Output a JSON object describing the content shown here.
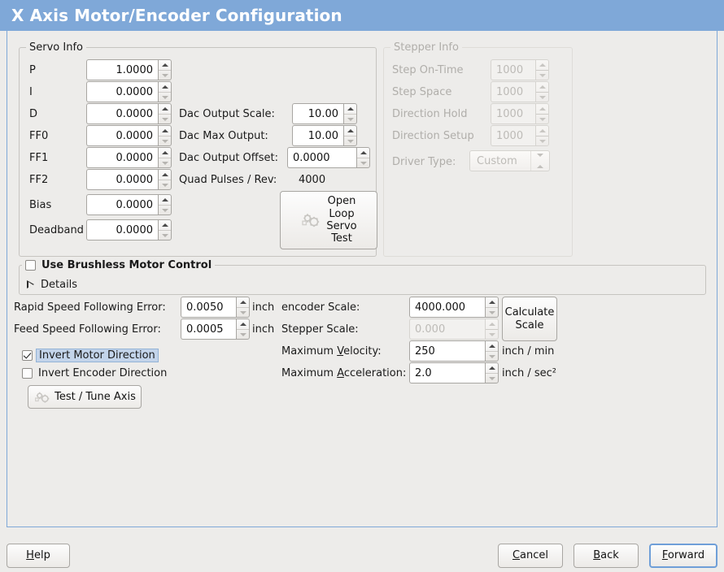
{
  "titlebar": {
    "title": "X Axis Motor/Encoder Configuration"
  },
  "servo": {
    "legend": "Servo Info",
    "rows": [
      {
        "label": "P",
        "value": "1.0000"
      },
      {
        "label": "I",
        "value": "0.0000"
      },
      {
        "label": "D",
        "value": "0.0000"
      },
      {
        "label": "FF0",
        "value": "0.0000"
      },
      {
        "label": "FF1",
        "value": "0.0000"
      },
      {
        "label": "FF2",
        "value": "0.0000"
      },
      {
        "label": "Bias",
        "value": "0.0000"
      },
      {
        "label": "Deadband",
        "value": "0.0000"
      }
    ],
    "dac": [
      {
        "label": "Dac Output Scale:",
        "value": "10.00"
      },
      {
        "label": "Dac Max Output:",
        "value": "10.00"
      },
      {
        "label": "Dac Output Offset:",
        "value": "0.0000"
      }
    ],
    "quad_label": "Quad Pulses / Rev:",
    "quad_value": "4000",
    "open_loop_button": "Open\nLoop\nServo\nTest",
    "open_loop_lines": [
      "Open",
      "Loop",
      "Servo",
      "Test"
    ]
  },
  "stepper": {
    "legend": "Stepper Info",
    "rows": [
      {
        "label": "Step On-Time",
        "value": "1000"
      },
      {
        "label": "Step Space",
        "value": "1000"
      },
      {
        "label": "Direction Hold",
        "value": "1000"
      },
      {
        "label": "Direction Setup",
        "value": "1000"
      }
    ],
    "driver_label": "Driver Type:",
    "driver_value": "Custom"
  },
  "brushless": {
    "checkbox_label": "Use Brushless Motor Control",
    "checked": false,
    "details_label": "Details",
    "expanded": false
  },
  "tuning": {
    "rapid_label": "Rapid Speed Following Error:",
    "rapid_value": "0.0050",
    "rapid_unit": "inch",
    "feed_label": "Feed Speed Following Error:",
    "feed_value": "0.0005",
    "feed_unit": "inch",
    "invert_motor_label": "Invert Motor Direction",
    "invert_motor_checked": true,
    "invert_encoder_label": "Invert Encoder Direction",
    "invert_encoder_checked": false,
    "test_tune_button": "Test / Tune Axis"
  },
  "scales": {
    "encoder_label": "encoder Scale:",
    "encoder_value": "4000.000",
    "stepper_label": "Stepper Scale:",
    "stepper_value": "0.000",
    "calculate_lines": [
      "Calculate",
      "Scale"
    ],
    "max_velocity_label_pre": "Maximum ",
    "max_velocity_label_mn": "V",
    "max_velocity_label_post": "elocity:",
    "max_velocity_value": "250",
    "max_velocity_unit": "inch / min",
    "max_accel_label_pre": "Maximum ",
    "max_accel_label_mn": "A",
    "max_accel_label_post": "cceleration:",
    "max_accel_value": "2.0",
    "max_accel_unit": "inch / sec²"
  },
  "footer": {
    "help_pre": "",
    "help_mn": "H",
    "help_post": "elp",
    "cancel_pre": "",
    "cancel_mn": "C",
    "cancel_post": "ancel",
    "back_pre": "",
    "back_mn": "B",
    "back_post": "ack",
    "forward_pre": "",
    "forward_mn": "F",
    "forward_post": "orward"
  },
  "colors": {
    "title_bar": "#7fa8d8",
    "window_bg": "#edecea",
    "focus_border": "#6f9fd8",
    "selection": "#c3d4ea"
  }
}
